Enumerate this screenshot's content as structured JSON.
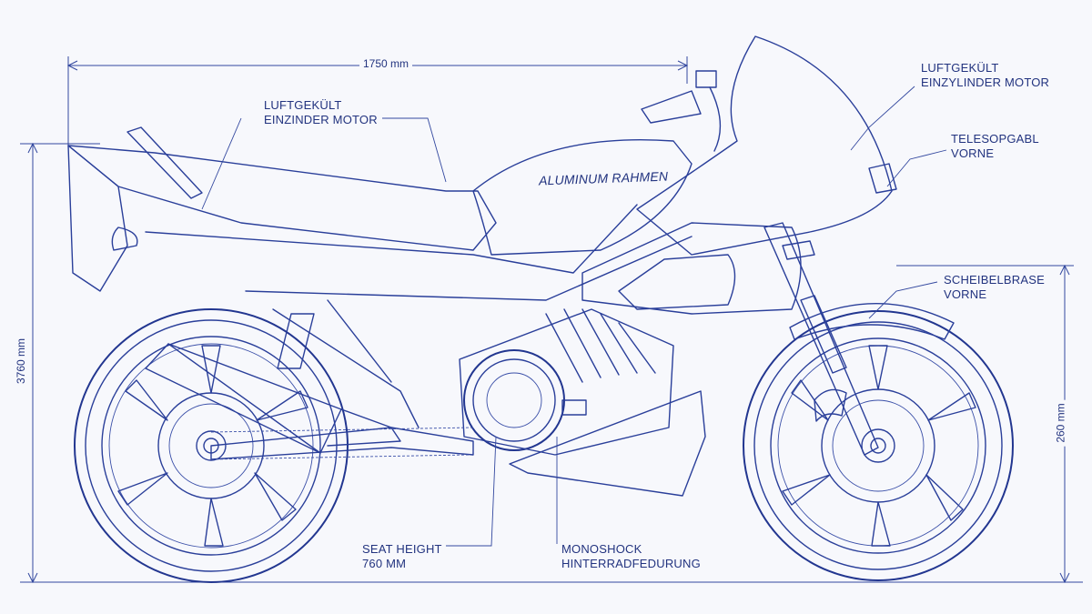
{
  "dimensions": {
    "length": "1750 mm",
    "height": "3760 mm",
    "wheel": "260 mm"
  },
  "tank_text": "ALUMINUM RAHMEN",
  "labels": {
    "engine_left": [
      "LUFTGEKÜLT",
      "EINZINDER MOTOR"
    ],
    "engine_right": [
      "LUFTGEKÜLT",
      "EINZYLINDER MOTOR"
    ],
    "fork": [
      "TELESOPGABL",
      "VORNE"
    ],
    "brake": [
      "SCHEIBELBRASE",
      "VORNE"
    ],
    "seat": [
      "SEAT HEIGHT",
      "760 MM"
    ],
    "shock": [
      "MONOSHOCK",
      "HINTERRADFEDURUNG"
    ]
  },
  "colors": {
    "line": "#2a3f9a",
    "background": "#f7f8fc",
    "text": "#22337f"
  }
}
